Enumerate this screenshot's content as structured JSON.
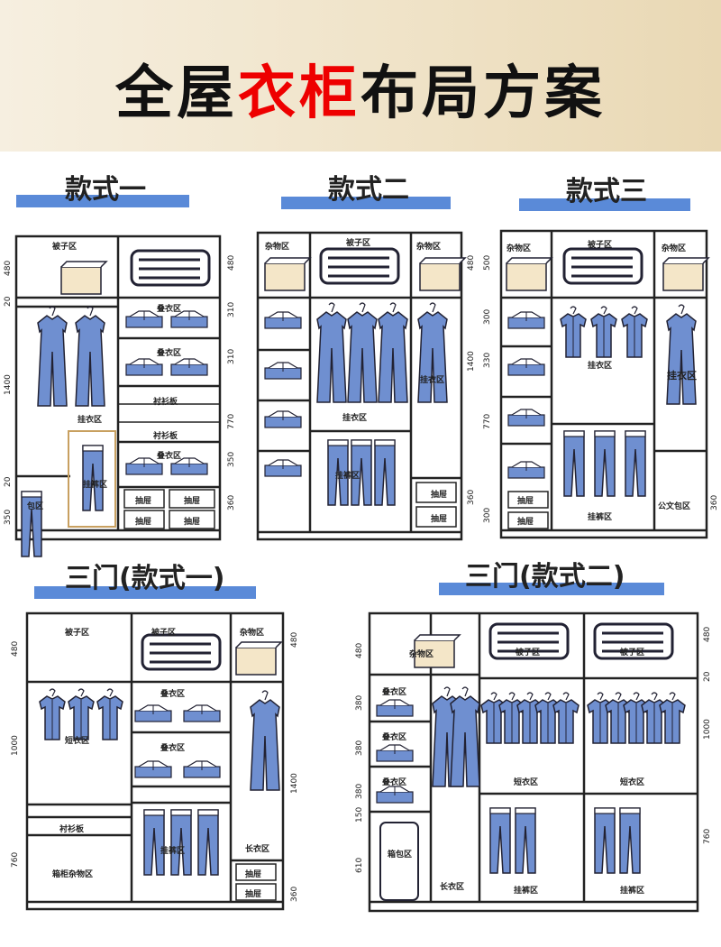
{
  "header": {
    "title_part1": "全屋",
    "title_part2": "衣柜",
    "title_part3": "布局方案"
  },
  "sections": {
    "s1": "款式一",
    "s2": "款式二",
    "s3": "款式三",
    "s4": "三门(款式一)",
    "s5": "三门(款式二)"
  },
  "labels": {
    "quilt": "被子区",
    "fold": "叠衣区",
    "shirt": "衬衫板",
    "hang": "挂衣区",
    "pants": "挂裤区",
    "drawer": "抽屉",
    "bag": "包区",
    "misc": "杂物区",
    "docbag": "公文包区",
    "short": "短衣区",
    "suitcase": "箱柜杂物区",
    "long": "长衣区",
    "pants2": "挂裤区",
    "luggage": "箱包区"
  },
  "dimensions": {
    "d480": "480",
    "d20": "20",
    "d1400": "1400",
    "d350": "350",
    "d310": "310",
    "d770": "770",
    "d360": "360",
    "d500": "500",
    "d300": "300",
    "d330": "330",
    "d1000": "1000",
    "d760": "760",
    "d380": "380",
    "d150": "150",
    "d610": "610"
  },
  "colors": {
    "accent_bar": "#5a8ad8",
    "title_red": "#e00000",
    "clothes_blue": "#6f8fd0"
  }
}
